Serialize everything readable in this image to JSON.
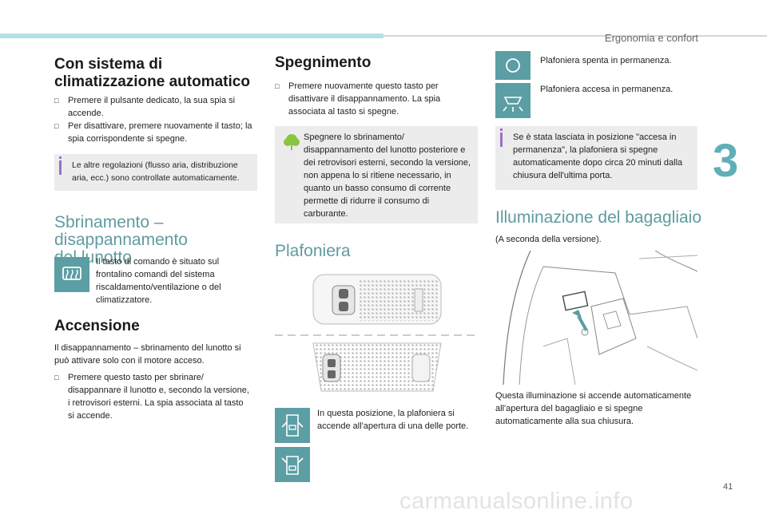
{
  "header": {
    "section_title": "Ergonomia e confort"
  },
  "chapter_number": "3",
  "page_number": "41",
  "watermark": "carmanualsonline.info",
  "col1": {
    "heading1": [
      "Con sistema di",
      "climatizzazione automatico"
    ],
    "bullets1": [
      "Premere il pulsante dedicato, la sua spia si accende.",
      "Per disattivare, premere nuovamente il tasto; la spia corrispondente si spegne."
    ],
    "info1": "Le altre regolazioni (flusso aria, distribuzione aria, ecc.) sono controllate automaticamente.",
    "heading2": [
      "Sbrinamento – disappannamento",
      "del lunotto"
    ],
    "icon_text": "Il tasto di comando è situato sul frontalino comandi del sistema riscaldamento/ventilazione o del climatizzatore.",
    "heading3": "Accensione",
    "para1": "Il disappannamento – sbrinamento del lunotto si può attivare solo con il motore acceso.",
    "bullets2": [
      "Premere questo tasto per sbrinare/ disappannare il lunotto e, secondo la versione, i retrovisori esterni. La spia associata al tasto si accende."
    ]
  },
  "col2": {
    "heading1": "Spegnimento",
    "bullets1": [
      "Premere nuovamente questo tasto per disattivare il disappannamento. La spia associata al tasto si spegne."
    ],
    "eco_info": "Spegnere lo sbrinamento/ disappannamento del lunotto posteriore e dei retrovisori esterni, secondo la versione, non appena lo si ritiene necessario, in quanto un basso consumo di corrente permette di ridurre il consumo di carburante.",
    "heading2": "Plafoniera",
    "door_text": "In questa posizione, la plafoniera si accende all'apertura di una delle porte."
  },
  "col3": {
    "off_text": "Plafoniera spenta in permanenza.",
    "on_text": "Plafoniera accesa in permanenza.",
    "info": "Se è stata lasciata in posizione \"accesa in permanenza\", la plafoniera si spegne automaticamente dopo circa 20 minuti dalla chiusura dell'ultima porta.",
    "heading": "Illuminazione del bagagliaio",
    "version_note": "(A seconda della versione).",
    "caption": "Questa illuminazione si accende automaticamente all'apertura del bagagliaio e si spegne automaticamente alla sua chiusura."
  },
  "colors": {
    "teal": "#5b9ea4",
    "accent_heading": "#5f9ba0",
    "info_bg": "#ececec",
    "info_marker": "#9c6fc6",
    "eco_green": "#8bc53f"
  },
  "icons": {
    "bullet": "square-bullet",
    "defrost": "rear-defrost-icon",
    "eco": "eco-leaf-icon",
    "lamp_off": "lamp-off-icon",
    "lamp_on": "lamp-on-icon",
    "door": "door-open-icon"
  }
}
